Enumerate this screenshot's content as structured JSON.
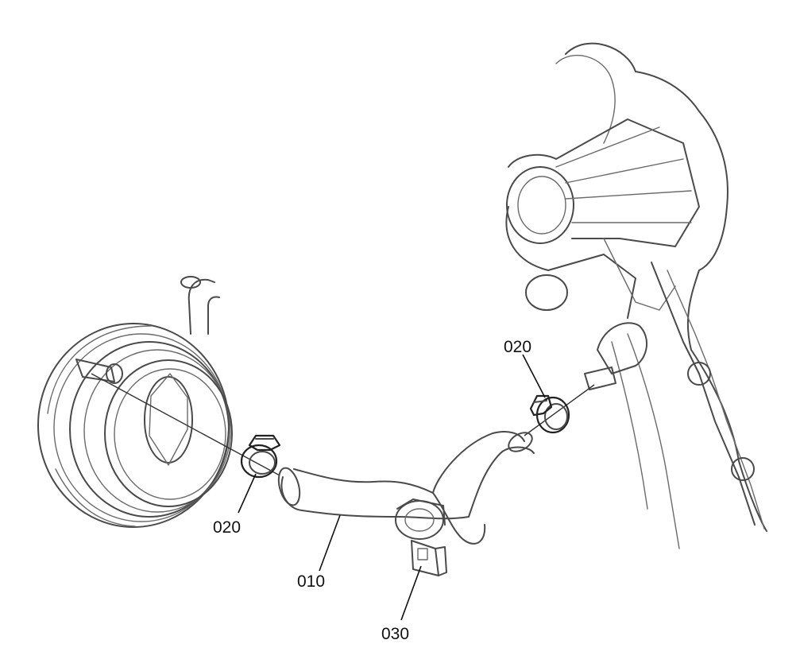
{
  "diagram": {
    "callouts": [
      {
        "id": "hose",
        "text": "010"
      },
      {
        "id": "clamp-left",
        "text": "020"
      },
      {
        "id": "clamp-right",
        "text": "020"
      },
      {
        "id": "bracket",
        "text": "030"
      }
    ]
  }
}
